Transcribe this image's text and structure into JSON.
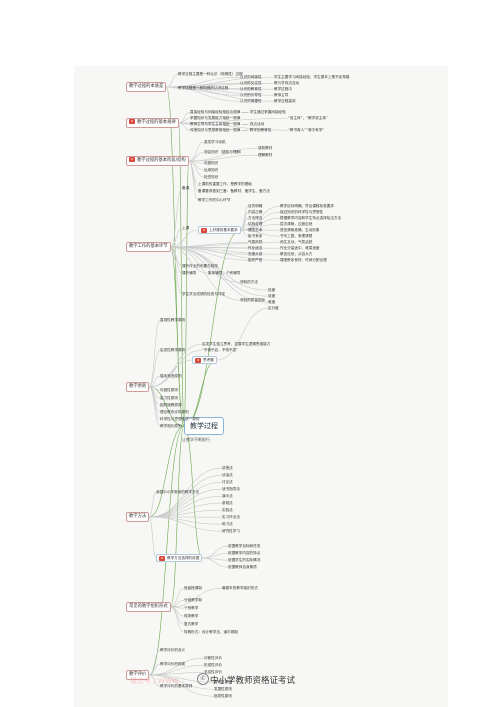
{
  "root": {
    "label": "教学过程",
    "sub": "让教学不断前行"
  },
  "branches": {
    "b1": {
      "label": "教学过程的本质是",
      "items": {
        "a": "教学过程主要是一种认识（特殊性）过程",
        "b": "教学过程是一种特殊的认识过程",
        "c1": "认识的间接性",
        "c2": "认识的交往性",
        "c3": "认识的教育性",
        "c4": "认识的引导性",
        "c5": "认识的简捷性",
        "d1": "学生主要学习间接经验，学生基本上是不走弯路",
        "d2": "教与学双边互动",
        "d3": "教学过程中",
        "d4": "教师主导",
        "d5": "教学过程高效"
      }
    },
    "b2": {
      "label": "教学过程的基本规律",
      "items": {
        "a": "直接经验与间接经验相结合规律 —— 学生通过掌握间接经验",
        "b": "掌握知识与发展能力相统一规律",
        "c": "教师主导与学生主体相统一规律 —— 双边活动",
        "d": "传授知识与思想教育相统一规律 —— 教学的教育性",
        "e": "“双主体”，“教学双主体”",
        "f": "“教书育人”“育中有学”"
      }
    },
    "b3": {
      "label": "教学过程的基本阶段/结构",
      "items": {
        "a": "激发学习动机",
        "b": "领会知识（感知与理解）",
        "c": "感知教材",
        "d": "理解教材",
        "e": "巩固知识",
        "f": "运用知识",
        "g": "检查知识"
      }
    },
    "b4": {
      "label": "教学工作的基本环节",
      "items": {
        "a": "备课",
        "a1": "上课前的重要工作，是教学的基础",
        "a2": "备课要求做到三备：备教材、备学生、备方法",
        "b": "上课",
        "b0": "教学工作的中心环节",
        "b1": "上好课的基本要求",
        "c1": "目的明确",
        "c2": "内容正确",
        "c3": "方法得当",
        "c4": "结构合理",
        "c5": "语言艺术",
        "c6": "板书有序",
        "c7": "气氛热烈",
        "c8": "作业适当",
        "c9": "态度从容",
        "c10": "组织严密",
        "d1": "教学目标明确，符合课程标准要求",
        "d2": "保证知识的科学性与思想性",
        "d3": "根据教学内容和学生特点选择恰当方法",
        "d4": "层次清晰，过渡自然",
        "d5": "语言清晰准确，生动形象",
        "d6": "书写工整，条理清楚",
        "d7": "师生互动，气氛活跃",
        "d8": "作业分量适中，难易适度",
        "d9": "教态自然，从容大方",
        "d10": "课堂秩序良好，时间分配合理",
        "e": "课外作业的布置与批改",
        "f": "课外辅导",
        "f1": "集体辅导、个别辅导",
        "g": "学生学业成绩的检查与评定",
        "g1": "测验的方法",
        "g2": "测验的质量指标",
        "h1": "信度",
        "h2": "效度",
        "h3": "难度",
        "h4": "区分度"
      }
    },
    "b5": {
      "label": "教学原则",
      "items": {
        "a": "直观性教学原则",
        "b": "启发性教学原则",
        "c": "循序渐进原则",
        "d": "巩固性原则",
        "e": "量力性原则",
        "f": "因材施教原则",
        "g": "理论联系实际原则",
        "h": "科学性与思想性统一原则",
        "i": "教学相长原则",
        "j": "思考题",
        "k": "启发学生独立思考，发展学生逻辑思维能力",
        "l": "“不愤不启，不悱不发”"
      }
    },
    "b6": {
      "label": "教学方法",
      "items": {
        "a": "我国中小学常用的教学方法",
        "a1": "讲授法",
        "a2": "谈话法",
        "a3": "讨论法",
        "a4": "读书指导法",
        "a5": "演示法",
        "a6": "参观法",
        "a7": "实验法",
        "a8": "实习作业法",
        "a9": "练习法",
        "a10": "研究性学习",
        "b": "教学方法选择的依据",
        "b1": "依据教学目标和任务",
        "b2": "依据教学内容的特点",
        "b3": "依据学生的实际情况",
        "b4": "依据教师自身素质"
      }
    },
    "b7": {
      "label": "常见的教学组织形式",
      "items": {
        "a": "班级授课制",
        "a1": "最基本的教学组织形式",
        "b": "分组教学制",
        "c": "个别教学",
        "d": "现场教学",
        "e": "复式教学",
        "f": "特殊形式：设计教学法、道尔顿制"
      }
    },
    "b8": {
      "label": "教学评价",
      "items": {
        "a": "教学评价的含义",
        "b": "教学评价的种类",
        "b1": "诊断性评价",
        "b2": "形成性评价",
        "b3": "总结性评价",
        "c": "教学评价的基本原则",
        "c1": "客观性原则",
        "c2": "发展性原则",
        "c3": "指导性原则"
      }
    }
  },
  "watermark": {
    "text": "中小学教师资格证考试",
    "icon": "wechat-icon",
    "ghost": "微信号 / WWW"
  }
}
